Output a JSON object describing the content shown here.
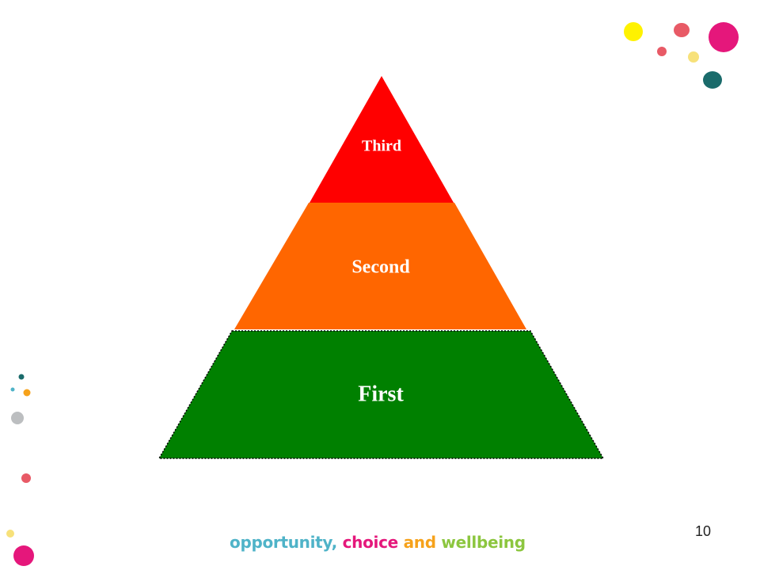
{
  "pyramid": {
    "tiers": [
      {
        "label": "Third",
        "color": "#ff0000"
      },
      {
        "label": "Second",
        "color": "#ff6600"
      },
      {
        "label": "First",
        "color": "#008000"
      }
    ]
  },
  "footer": {
    "slide_number": "10",
    "tagline": {
      "opportunity": "opportunity,",
      "choice": "choice",
      "and": "and",
      "wellbeing": "wellbeing",
      "colors": {
        "opportunity": "#4fb3c8",
        "choice": "#e5177b",
        "and": "#f6a21b",
        "wellbeing": "#8cc63f"
      }
    }
  },
  "decorations": {
    "dot_colors": [
      "#fff200",
      "#e5177b",
      "#e85a66",
      "#f7e17a",
      "#1a6b6b",
      "#f6a21b",
      "#4fb3c8",
      "#bcbec0",
      "#e85a66",
      "#f7e17a"
    ]
  }
}
